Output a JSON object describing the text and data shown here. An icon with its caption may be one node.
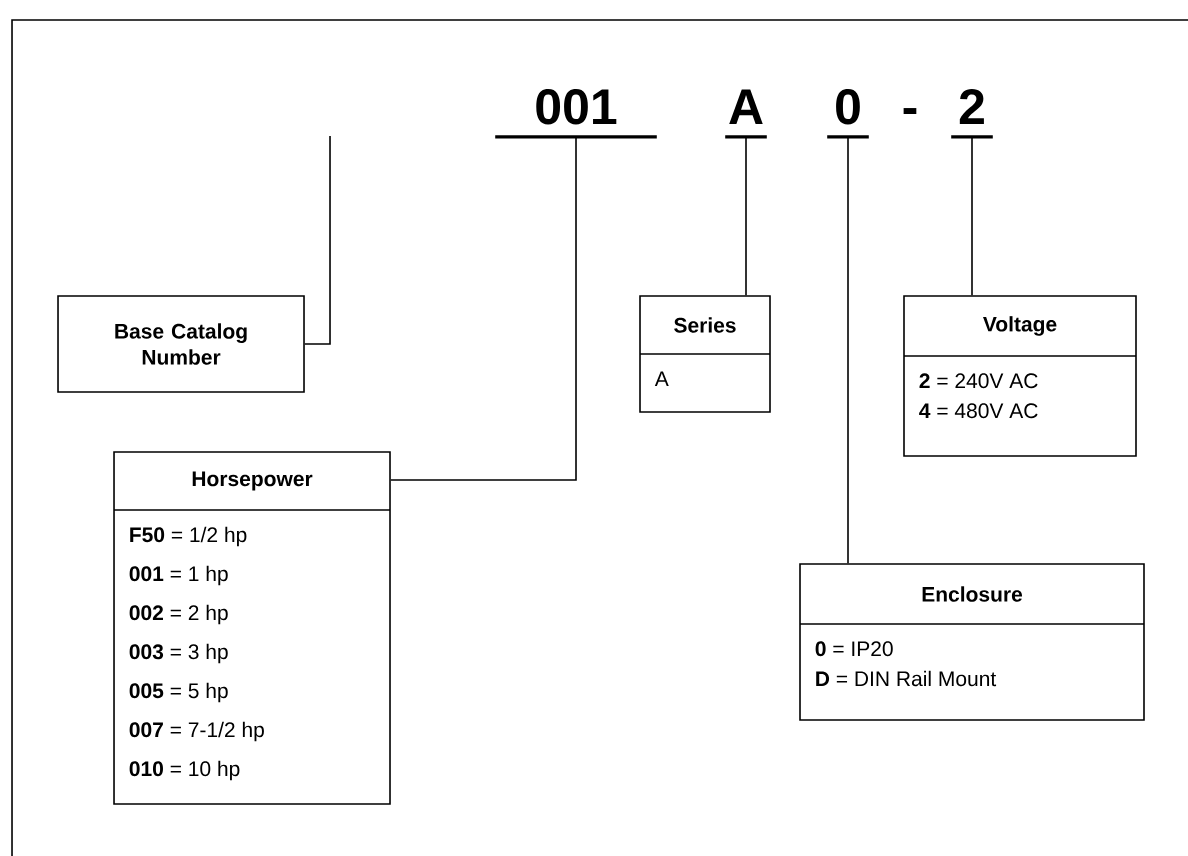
{
  "diagram": {
    "nodes": [
      {
        "text": [
          "001"
        ]
      },
      {
        "text": [
          "A"
        ]
      },
      {
        "text": [
          "0"
        ]
      },
      {
        "text": [
          "2"
        ]
      },
      {
        "text": [
          "Base Catalog Number"
        ]
      },
      {
        "text": [
          "Series",
          "A"
        ]
      },
      {
        "text": [
          "Voltage",
          "**2** = 240V AC",
          "**4** = 480V AC"
        ]
      },
      {
        "text": [
          "Horsepower",
          "**F50** = 1/2 hp",
          "**001** = 1 hp",
          "**002** = 2 hp",
          "**003** = 3 hp",
          "**005** = 5 hp",
          "**007** = 7-1/2 hp",
          "**010** = 10 hp"
        ]
      },
      {
        "text": [
          "Enclosure",
          "**0** = IP20",
          "**D** = DIN Rail Mount"
        ]
      }
    ],
    "edges": [
      {
        "from": 4,
        "to": null,
        "arrow": "none"
      },
      {
        "from": 0,
        "to": 7,
        "arrow": "none"
      },
      {
        "from": 1,
        "to": 5,
        "arrow": "none"
      },
      {
        "from": 2,
        "to": 8,
        "arrow": "none"
      },
      {
        "from": 3,
        "to": 6,
        "arrow": "none"
      }
    ],
    "labels": [
      "-"
    ]
  }
}
